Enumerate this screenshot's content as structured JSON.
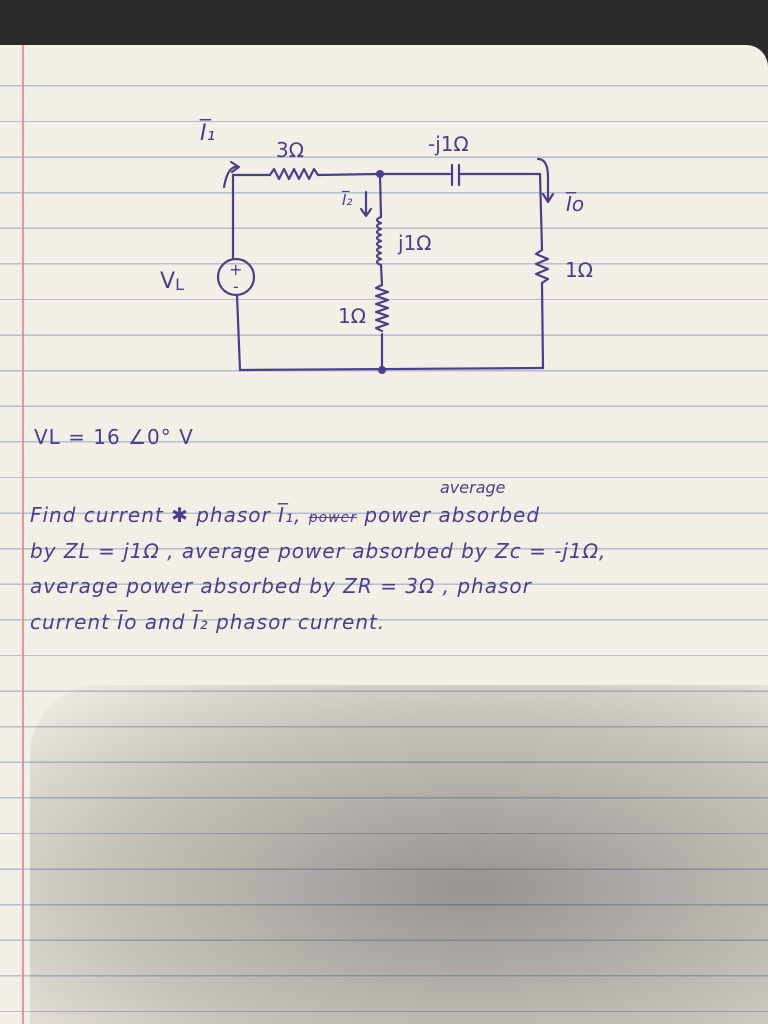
{
  "circuit": {
    "current_I1": "I̅₁",
    "r_series": "3Ω",
    "capacitor": "-j1Ω",
    "current_Io": "I̅o",
    "current_I2": "I̅₂",
    "inductor": "j1Ω",
    "r_middle": "1Ω",
    "r_right": "1Ω",
    "source_label": "V",
    "source_sub": "L",
    "source_plus": "+",
    "source_minus": "-"
  },
  "given": "VL = 16 ∠0° V",
  "problem": {
    "average_insert": "average",
    "lines": [
      {
        "before": "Find current ",
        "crossed1": "✱",
        "after1": " phasor I̅₁, ",
        "crossed2": "power",
        "after2": " power absorbed"
      },
      {
        "text": "by ZL = j1Ω , average power absorbed by Zc = -j1Ω,"
      },
      {
        "text": "average power absorbed by ZR = 3Ω , phasor"
      },
      {
        "text": "current I̅o and I̅₂ phasor current."
      }
    ]
  },
  "colors": {
    "ink": "#4a3f8a",
    "paper": "#f3efe6",
    "rule": "#7896be",
    "margin": "#e17882"
  }
}
